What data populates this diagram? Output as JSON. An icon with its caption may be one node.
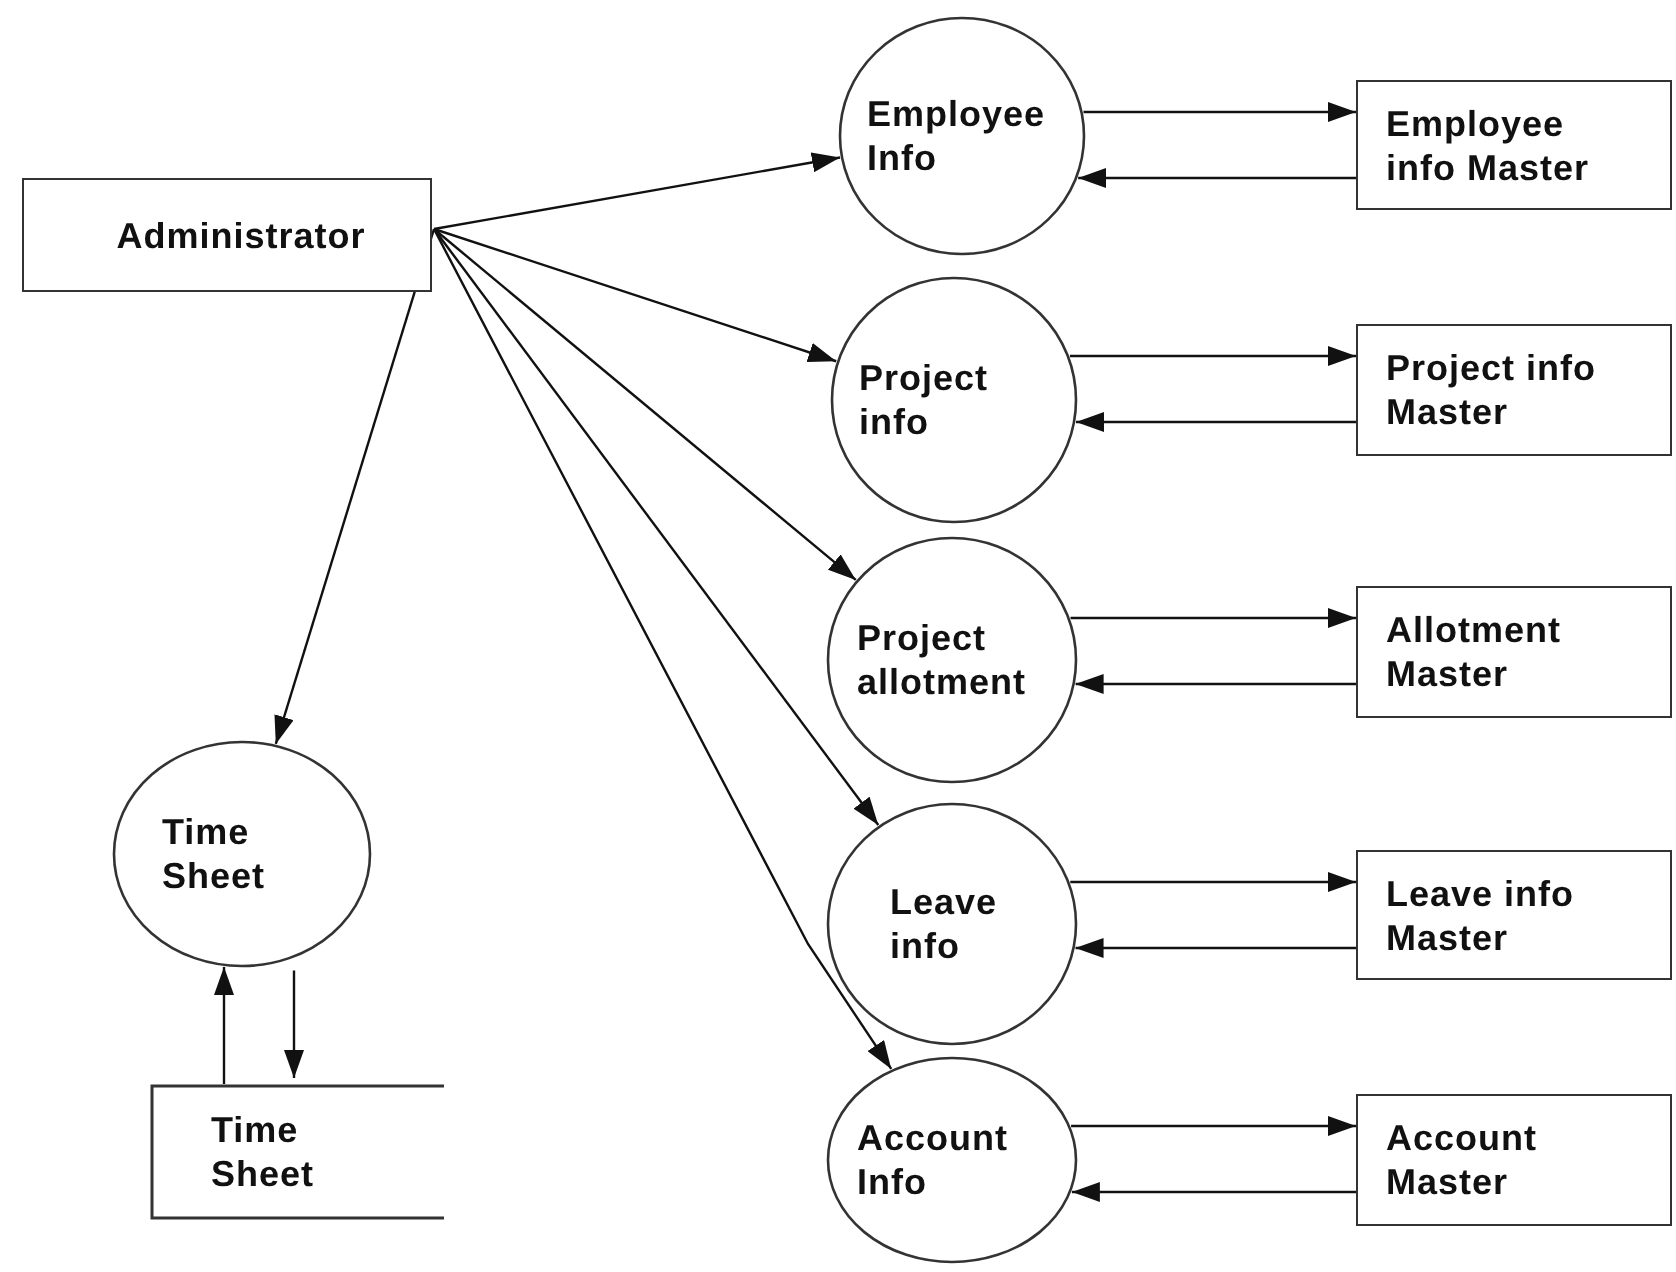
{
  "diagram": {
    "nodes": [
      {
        "text": [
          "Administrator"
        ]
      },
      {
        "text": [
          "Employee Info"
        ]
      },
      {
        "text": [
          "Employee info Master"
        ]
      },
      {
        "text": [
          "Project info"
        ]
      },
      {
        "text": [
          "Project info Master"
        ]
      },
      {
        "text": [
          "Project allotment"
        ]
      },
      {
        "text": [
          "Allotment Master"
        ]
      },
      {
        "text": [
          "Leave info"
        ]
      },
      {
        "text": [
          "Leave info Master"
        ]
      },
      {
        "text": [
          "Account Info"
        ]
      },
      {
        "text": [
          "Account Master"
        ]
      },
      {
        "text": [
          "Time Sheet"
        ]
      },
      {
        "text": [
          "Time Sheet"
        ]
      }
    ],
    "edges": [
      {
        "from": 0,
        "to": 1,
        "arrow": "to"
      },
      {
        "from": 0,
        "to": 3,
        "arrow": "to"
      },
      {
        "from": 0,
        "to": 5,
        "arrow": "to"
      },
      {
        "from": 0,
        "to": 7,
        "arrow": "to"
      },
      {
        "from": 0,
        "to": 9,
        "arrow": "to"
      },
      {
        "from": 0,
        "to": 11,
        "arrow": "to"
      },
      {
        "from": 1,
        "to": 2,
        "arrow": "to"
      },
      {
        "from": 2,
        "to": 1,
        "arrow": "to"
      },
      {
        "from": 3,
        "to": 4,
        "arrow": "to"
      },
      {
        "from": 4,
        "to": 3,
        "arrow": "to"
      },
      {
        "from": 5,
        "to": 6,
        "arrow": "to"
      },
      {
        "from": 6,
        "to": 5,
        "arrow": "to"
      },
      {
        "from": 7,
        "to": 8,
        "arrow": "to"
      },
      {
        "from": 8,
        "to": 7,
        "arrow": "to"
      },
      {
        "from": 9,
        "to": 10,
        "arrow": "to"
      },
      {
        "from": 10,
        "to": 9,
        "arrow": "to"
      },
      {
        "from": 12,
        "to": 11,
        "arrow": "to"
      },
      {
        "from": 11,
        "to": 12,
        "arrow": "to"
      }
    ]
  }
}
